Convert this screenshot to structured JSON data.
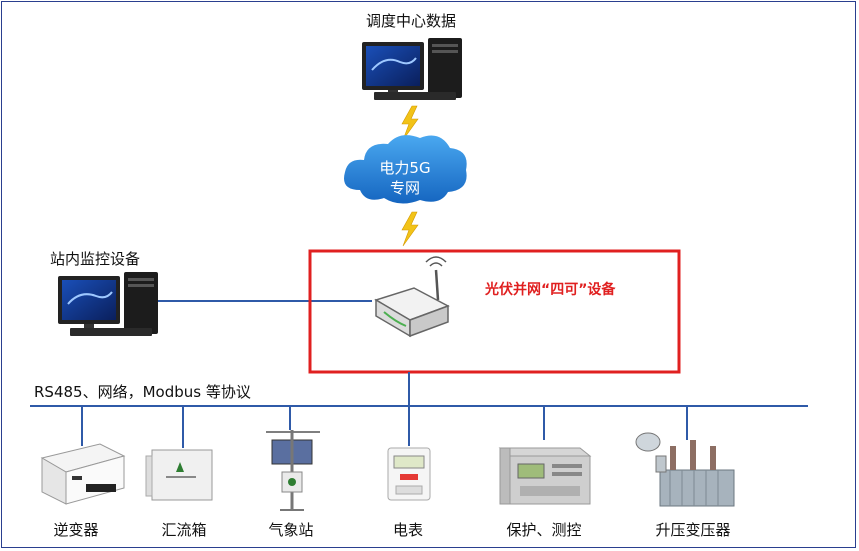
{
  "title_top": "调度中心数据",
  "cloud": {
    "line1": "电力5G",
    "line2": "专网"
  },
  "local_monitor": "站内监控设备",
  "device_label": "光伏并网“四可”设备",
  "protocol_label": "RS485、网络，Modbus  等协议",
  "devices": [
    "逆变器",
    "汇流箱",
    "气象站",
    "电表",
    "保护、测控",
    "升压变压器"
  ],
  "colors": {
    "bus_line": "#2f5aa8",
    "highlight_box": "#e02020",
    "cloud": "#1e73c8",
    "lightning": "#f2c318"
  }
}
